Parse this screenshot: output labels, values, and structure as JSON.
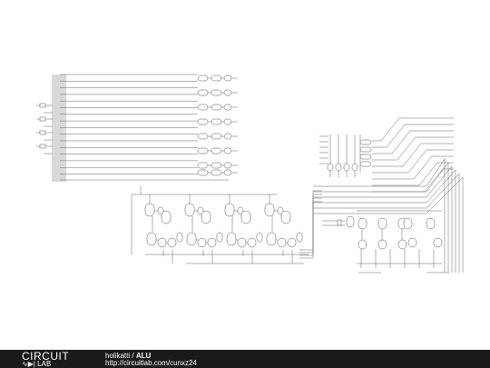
{
  "footer": {
    "brand_top": "CIRCUIT",
    "brand_bottom": "LAB",
    "owner": "holikatti",
    "separator": "/",
    "title": "ALU",
    "url": "http://circuitlab.com/cunxz24"
  },
  "colors": {
    "wire": "#555555",
    "footer_bg": "#1a1a1a",
    "footer_text": "#ffffff"
  }
}
